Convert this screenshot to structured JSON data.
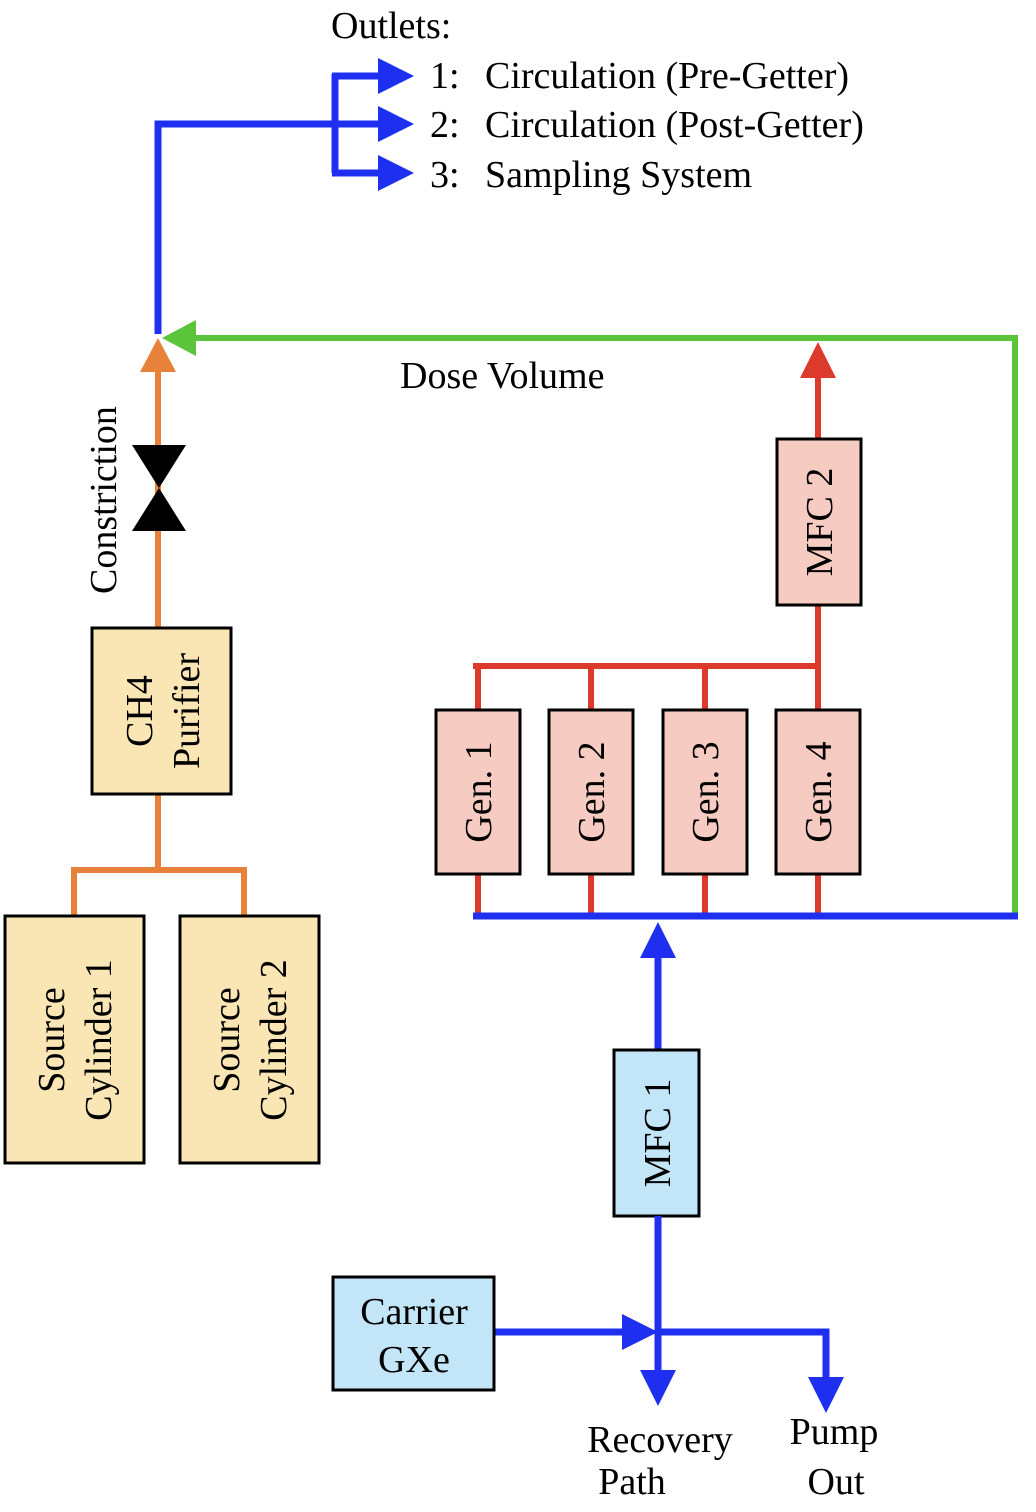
{
  "colors": {
    "blue": "#1f2ff0",
    "green": "#5ac43a",
    "orange": "#e8823a",
    "red": "#dc3b2b",
    "yellow_fill": "#fae6b4",
    "pink_fill": "#f6cbc1",
    "lightblue_fill": "#c2e5f8",
    "valve": "#000000"
  },
  "outlets": {
    "title": "Outlets:",
    "items": [
      {
        "number": "1:",
        "label": "Circulation (Pre-Getter)"
      },
      {
        "number": "2:",
        "label": "Circulation (Post-Getter)"
      },
      {
        "number": "3:",
        "label": "Sampling System"
      }
    ]
  },
  "labels": {
    "dose_volume": "Dose Volume",
    "constriction": "Constriction",
    "recovery_line1": "Recovery",
    "recovery_line2": "Path",
    "pump_line1": "Pump",
    "pump_line2": "Out"
  },
  "boxes": {
    "ch4_purifier": {
      "line1": "CH4",
      "line2": "Purifier"
    },
    "source_cylinder_1": {
      "line1": "Source",
      "line2": "Cylinder 1"
    },
    "source_cylinder_2": {
      "line1": "Source",
      "line2": "Cylinder 2"
    },
    "mfc1": "MFC 1",
    "mfc2": "MFC 2",
    "generators": [
      "Gen. 1",
      "Gen. 2",
      "Gen. 3",
      "Gen. 4"
    ],
    "carrier": {
      "line1": "Carrier",
      "line2": "GXe"
    }
  }
}
